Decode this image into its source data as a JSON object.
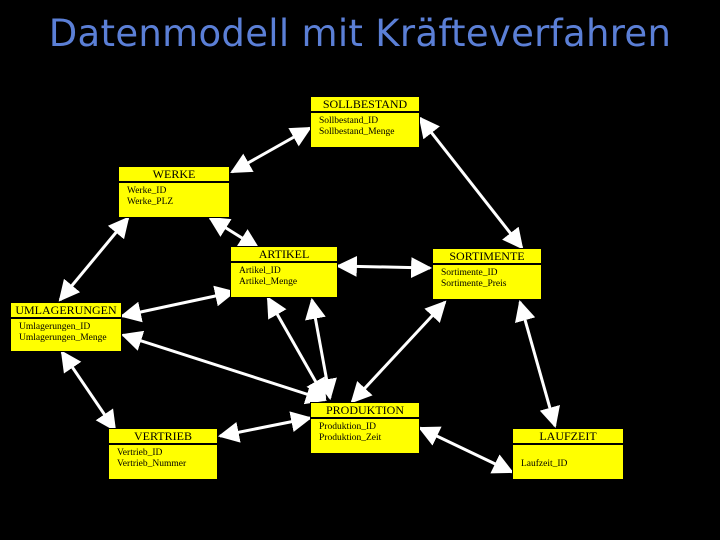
{
  "title": "Datenmodell mit Kräfteverfahren",
  "colors": {
    "background": "#000000",
    "title": "#5b7fd6",
    "entity_fill": "#ffff00",
    "line": "#ffffff"
  },
  "entities": {
    "sollbestand": {
      "name": "SOLLBESTAND",
      "attr1": "Sollbestand_ID",
      "attr2": "Sollbestand_Menge"
    },
    "werke": {
      "name": "WERKE",
      "attr1": "Werke_ID",
      "attr2": "Werke_PLZ"
    },
    "artikel": {
      "name": "ARTIKEL",
      "attr1": "Artikel_ID",
      "attr2": "Artikel_Menge"
    },
    "sortimente": {
      "name": "SORTIMENTE",
      "attr1": "Sortimente_ID",
      "attr2": "Sortimente_Preis"
    },
    "umlagerungen": {
      "name": "UMLAGERUNGEN",
      "attr1": "Umlagerungen_ID",
      "attr2": "Umlagerungen_Menge"
    },
    "produktion": {
      "name": "PRODUKTION",
      "attr1": "Produktion_ID",
      "attr2": "Produktion_Zeit"
    },
    "vertrieb": {
      "name": "VERTRIEB",
      "attr1": "Vertrieb_ID",
      "attr2": "Vertrieb_Nummer"
    },
    "laufzeit": {
      "name": "LAUFZEIT",
      "attr1": "Laufzeit_ID"
    }
  }
}
